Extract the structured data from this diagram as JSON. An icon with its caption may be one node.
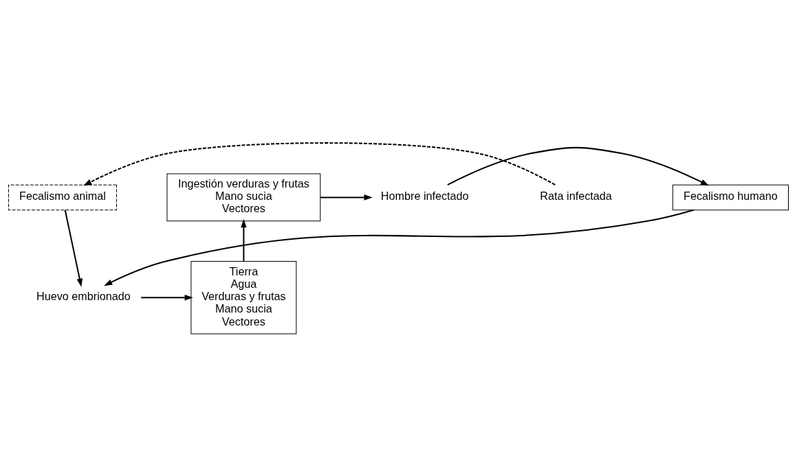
{
  "diagram": {
    "nodes": [
      {
        "text": [
          "Ingestión verduras y frutas",
          "Mano sucia",
          "Vectores"
        ]
      },
      {
        "text": [
          "Hombre infectado"
        ]
      },
      {
        "text": [
          "Fecalismo humano"
        ]
      },
      {
        "text": [
          "Rata infectada"
        ]
      },
      {
        "text": [
          "Fecalismo animal"
        ]
      },
      {
        "text": [
          "Huevo embrionado"
        ]
      },
      {
        "text": [
          "Tierra",
          "Agua",
          "Verduras y frutas",
          "Mano sucia",
          "Vectores"
        ]
      }
    ],
    "edges": [
      {
        "from": 0,
        "to": 1,
        "arrow": "to"
      },
      {
        "from": 1,
        "to": 2,
        "arrow": "to"
      },
      {
        "from": 2,
        "to": 5,
        "arrow": "to"
      },
      {
        "from": 3,
        "to": 4,
        "arrow": "to",
        "style": "dashed"
      },
      {
        "from": 4,
        "to": 5,
        "arrow": "to"
      },
      {
        "from": 5,
        "to": 6,
        "arrow": "to"
      },
      {
        "from": 6,
        "to": 0,
        "arrow": "to"
      }
    ]
  }
}
